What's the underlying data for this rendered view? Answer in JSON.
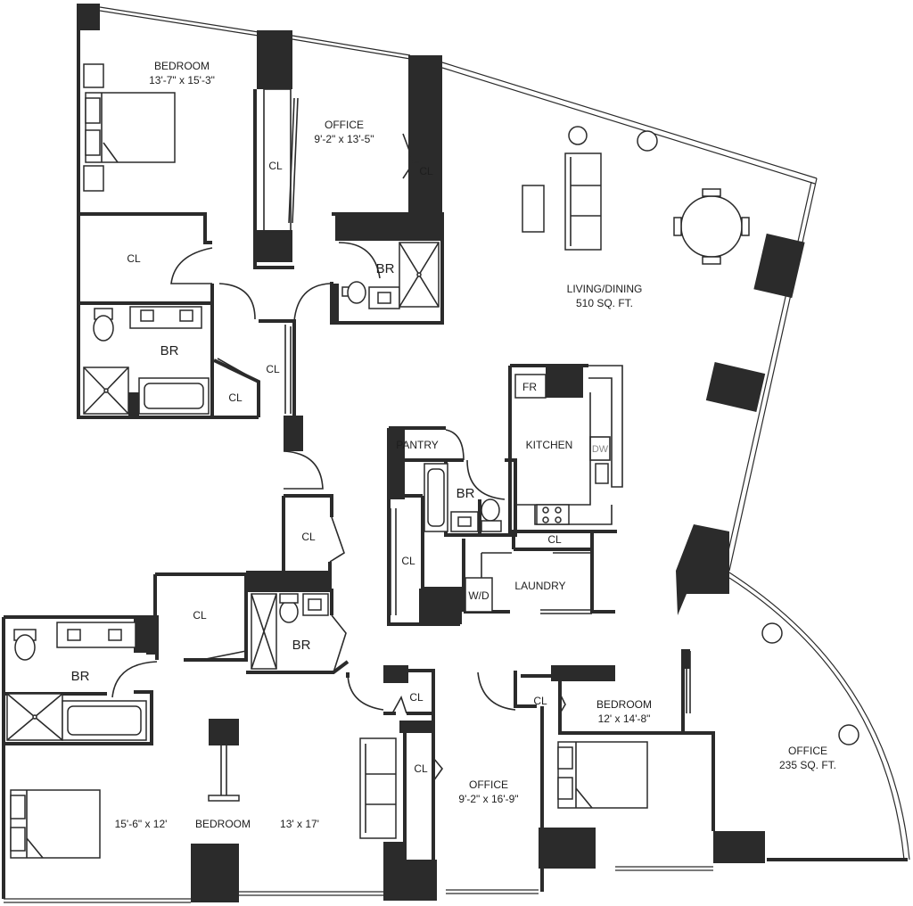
{
  "rooms": {
    "bedroom_nw": {
      "name": "BEDROOM",
      "size": "13'-7\" x 15'-3\""
    },
    "office_n": {
      "name": "OFFICE",
      "size": "9'-2\" x 13'-5\""
    },
    "living": {
      "name": "LIVING/DINING",
      "size": "510 SQ. FT."
    },
    "kitchen": {
      "name": "KITCHEN"
    },
    "pantry": {
      "name": "PANTRY"
    },
    "laundry": {
      "name": "LAUNDRY"
    },
    "bedroom_sw": {
      "name": "BEDROOM",
      "size_left": "15'-6\" x 12'",
      "size_right": "13' x 17'"
    },
    "office_s": {
      "name": "OFFICE",
      "size": "9'-2\" x 16'-9\""
    },
    "bedroom_se": {
      "name": "BEDROOM",
      "size": "12' x 14'-8\""
    },
    "office_e": {
      "name": "OFFICE",
      "size": "235 SQ. FT."
    }
  },
  "abbreviations": {
    "closet": "CL",
    "bath": "BR",
    "fridge": "FR",
    "dishwasher": "DW",
    "washer_dryer": "W/D"
  }
}
